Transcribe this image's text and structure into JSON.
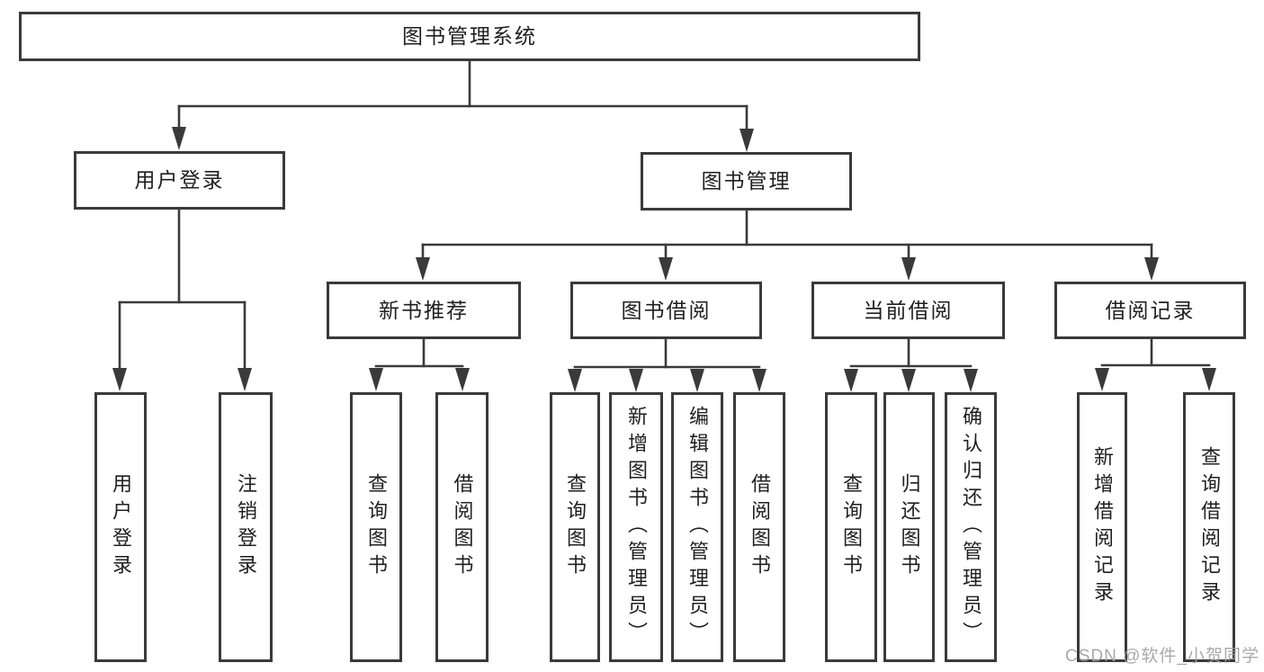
{
  "diagram": {
    "type": "hierarchy-tree",
    "line_color": "#3a3a3a",
    "box_background": "#ffffff",
    "tree": {
      "label": "图书管理系统",
      "children": [
        {
          "label": "用户登录",
          "children": [
            {
              "label": "用户登录"
            },
            {
              "label": "注销登录"
            }
          ]
        },
        {
          "label": "图书管理",
          "children": [
            {
              "label": "新书推荐",
              "children": [
                {
                  "label": "查询图书"
                },
                {
                  "label": "借阅图书"
                }
              ]
            },
            {
              "label": "图书借阅",
              "children": [
                {
                  "label": "查询图书"
                },
                {
                  "label": "新增图书（管理员）"
                },
                {
                  "label": "编辑图书（管理员）"
                },
                {
                  "label": "借阅图书"
                }
              ]
            },
            {
              "label": "当前借阅",
              "children": [
                {
                  "label": "查询图书"
                },
                {
                  "label": "归还图书"
                },
                {
                  "label": "确认归还（管理员）"
                }
              ]
            },
            {
              "label": "借阅记录",
              "children": [
                {
                  "label": "新增借阅记录"
                },
                {
                  "label": "查询借阅记录"
                }
              ]
            }
          ]
        }
      ]
    }
  },
  "watermark": {
    "text": "CSDN @软件_小贺同学"
  }
}
